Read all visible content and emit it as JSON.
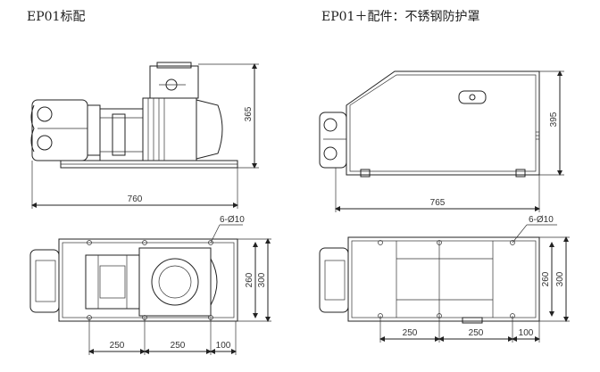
{
  "captions": {
    "left": "EP01标配",
    "right": "EP01＋配件：不锈钢防护罩"
  },
  "dimensions": {
    "left_top": {
      "height": "365",
      "length": "760"
    },
    "right_top": {
      "height": "395",
      "length": "765"
    },
    "left_bottom": {
      "holes": "6-Ø10",
      "inner_width": "260",
      "outer_width": "300",
      "seg1": "250",
      "seg2": "250",
      "seg3": "100"
    },
    "right_bottom": {
      "holes": "6-Ø10",
      "inner_width": "260",
      "outer_width": "300",
      "seg1": "250",
      "seg2": "250",
      "seg3": "100"
    }
  }
}
